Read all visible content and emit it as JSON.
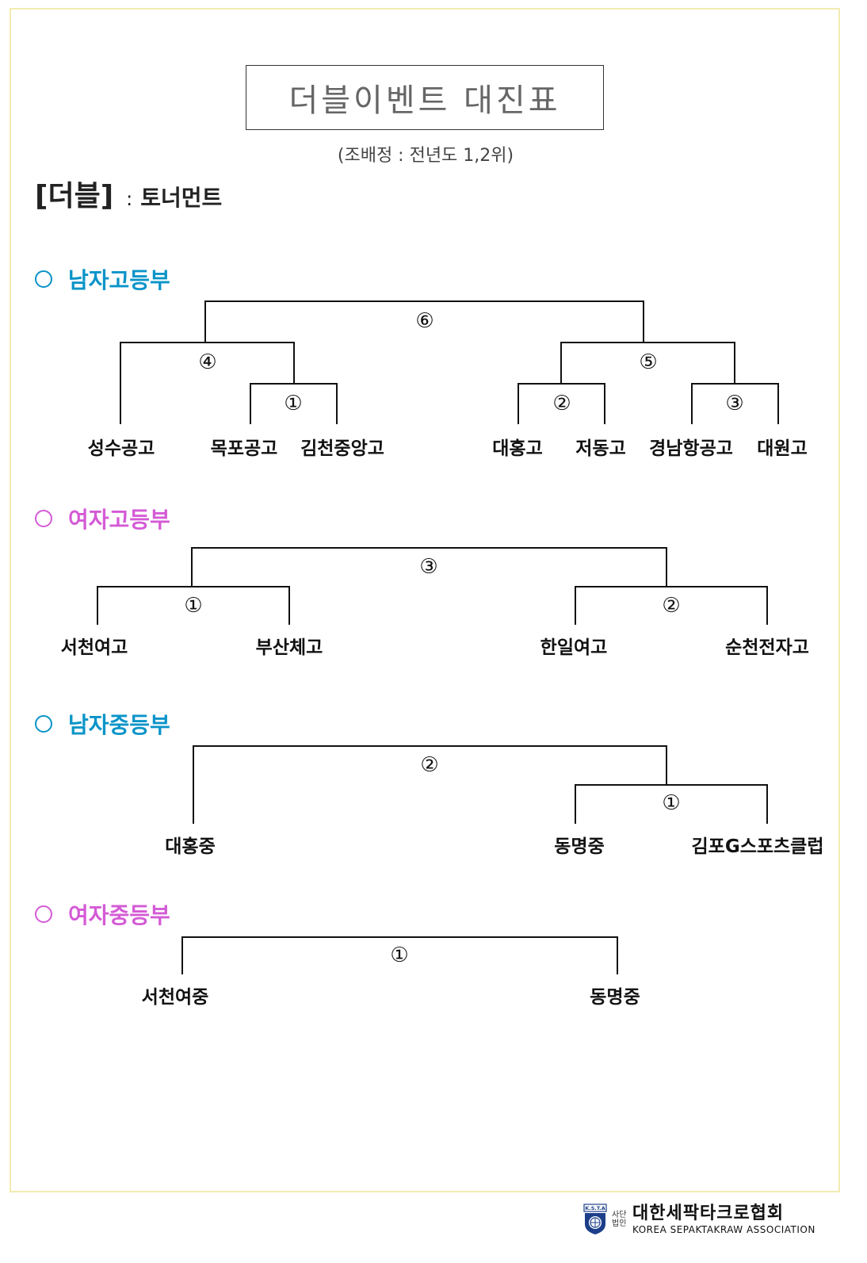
{
  "title": "더블이벤트 대진표",
  "subtitle": "(조배정 : 전년도 1,2위)",
  "format": {
    "label": "[더블]",
    "separator": ":",
    "value": "토너먼트"
  },
  "colors": {
    "boys_heading": "#0a94c8",
    "girls_heading": "#d45ad6",
    "frame": "#f2ebb0"
  },
  "sections": [
    {
      "heading": "남자고등부",
      "matches": [
        "⑥",
        "④",
        "⑤",
        "①",
        "②",
        "③"
      ],
      "teams": [
        "성수공고",
        "목포공고",
        "김천중앙고",
        "대홍고",
        "저동고",
        "경남항공고",
        "대원고"
      ]
    },
    {
      "heading": "여자고등부",
      "matches": [
        "③",
        "①",
        "②"
      ],
      "teams": [
        "서천여고",
        "부산체고",
        "한일여고",
        "순천전자고"
      ]
    },
    {
      "heading": "남자중등부",
      "matches": [
        "②",
        "①"
      ],
      "teams": [
        "대홍중",
        "동명중",
        "김포G스포츠클럽"
      ]
    },
    {
      "heading": "여자중등부",
      "matches": [
        "①"
      ],
      "teams": [
        "서천여중",
        "동명중"
      ]
    }
  ],
  "footer": {
    "emblem_text": "K.S.T.A",
    "org_type": "사단법인",
    "org_name_kr": "대한세팍타크로협회",
    "org_name_en": "KOREA SEPAKTAKRAW ASSOCIATION"
  }
}
